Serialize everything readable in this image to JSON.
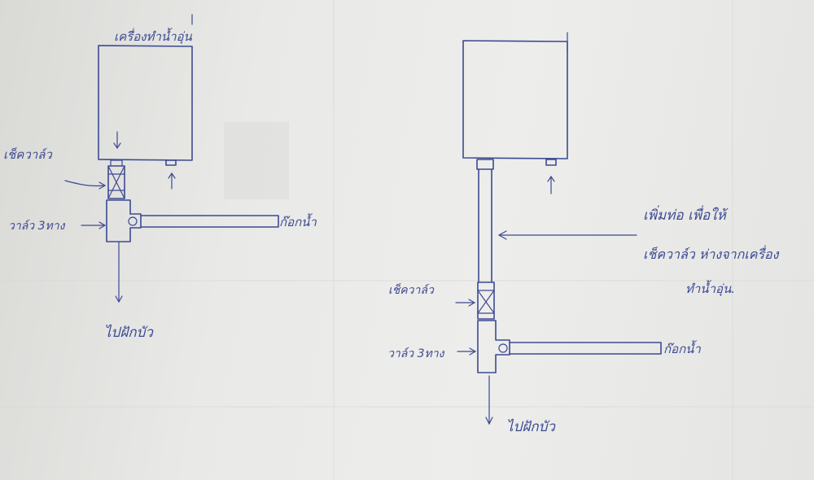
{
  "left_sketch": {
    "heater_label": "เครื่องทำน้ำอุ่น",
    "check_valve_label": "เช็ควาล์ว",
    "three_way_valve_label": "วาล์ว 3ทาง",
    "faucet_label": "ก๊อกน้ำ",
    "to_shower_label": "ไปฝักบัว"
  },
  "right_sketch": {
    "note_line1": "เพิ่มท่อ เพื่อให้",
    "note_line2": "เช็ควาล์ว ห่างจากเครื่อง",
    "note_line3": "ทำน้ำอุ่น.",
    "check_valve_label": "เช็ควาล์ว",
    "three_way_valve_label": "วาล์ว 3ทาง",
    "faucet_label": "ก๊อกน้ำ",
    "to_shower_label": "ไปฝักบัว"
  },
  "colors": {
    "ink": "#3c4a92",
    "paper": "#e9e9e7"
  }
}
